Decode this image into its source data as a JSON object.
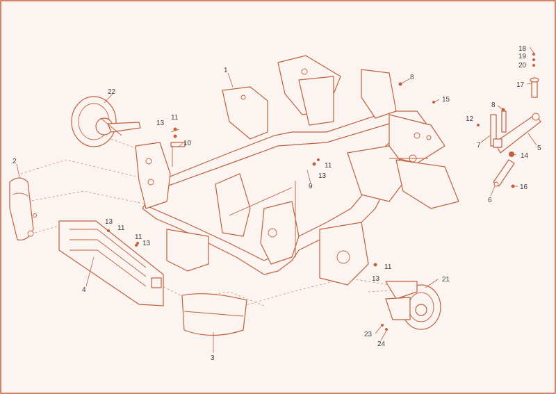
{
  "colors": {
    "line": "#c0603c",
    "background": "#fbf4f0",
    "label": "#3b3b3b"
  },
  "callouts": [
    {
      "id": "c1",
      "text": "1"
    },
    {
      "id": "c2",
      "text": "2"
    },
    {
      "id": "c3",
      "text": "3"
    },
    {
      "id": "c4",
      "text": "4"
    },
    {
      "id": "c5",
      "text": "5"
    },
    {
      "id": "c6",
      "text": "6"
    },
    {
      "id": "c7",
      "text": "7"
    },
    {
      "id": "c8a",
      "text": "8"
    },
    {
      "id": "c8b",
      "text": "8"
    },
    {
      "id": "c9",
      "text": "9"
    },
    {
      "id": "c10",
      "text": "10"
    },
    {
      "id": "c11a",
      "text": "11"
    },
    {
      "id": "c11b",
      "text": "11"
    },
    {
      "id": "c11c",
      "text": "11"
    },
    {
      "id": "c11d",
      "text": "11"
    },
    {
      "id": "c11e",
      "text": "11"
    },
    {
      "id": "c12",
      "text": "12"
    },
    {
      "id": "c13a",
      "text": "13"
    },
    {
      "id": "c13b",
      "text": "13"
    },
    {
      "id": "c13c",
      "text": "13"
    },
    {
      "id": "c13d",
      "text": "13"
    },
    {
      "id": "c13e",
      "text": "13"
    },
    {
      "id": "c14",
      "text": "14"
    },
    {
      "id": "c15",
      "text": "15"
    },
    {
      "id": "c16",
      "text": "16"
    },
    {
      "id": "c17",
      "text": "17"
    },
    {
      "id": "c18",
      "text": "18"
    },
    {
      "id": "c19",
      "text": "19"
    },
    {
      "id": "c20",
      "text": "20"
    },
    {
      "id": "c21",
      "text": "21"
    },
    {
      "id": "c22",
      "text": "22"
    },
    {
      "id": "c23",
      "text": "23"
    },
    {
      "id": "c24",
      "text": "24"
    }
  ]
}
